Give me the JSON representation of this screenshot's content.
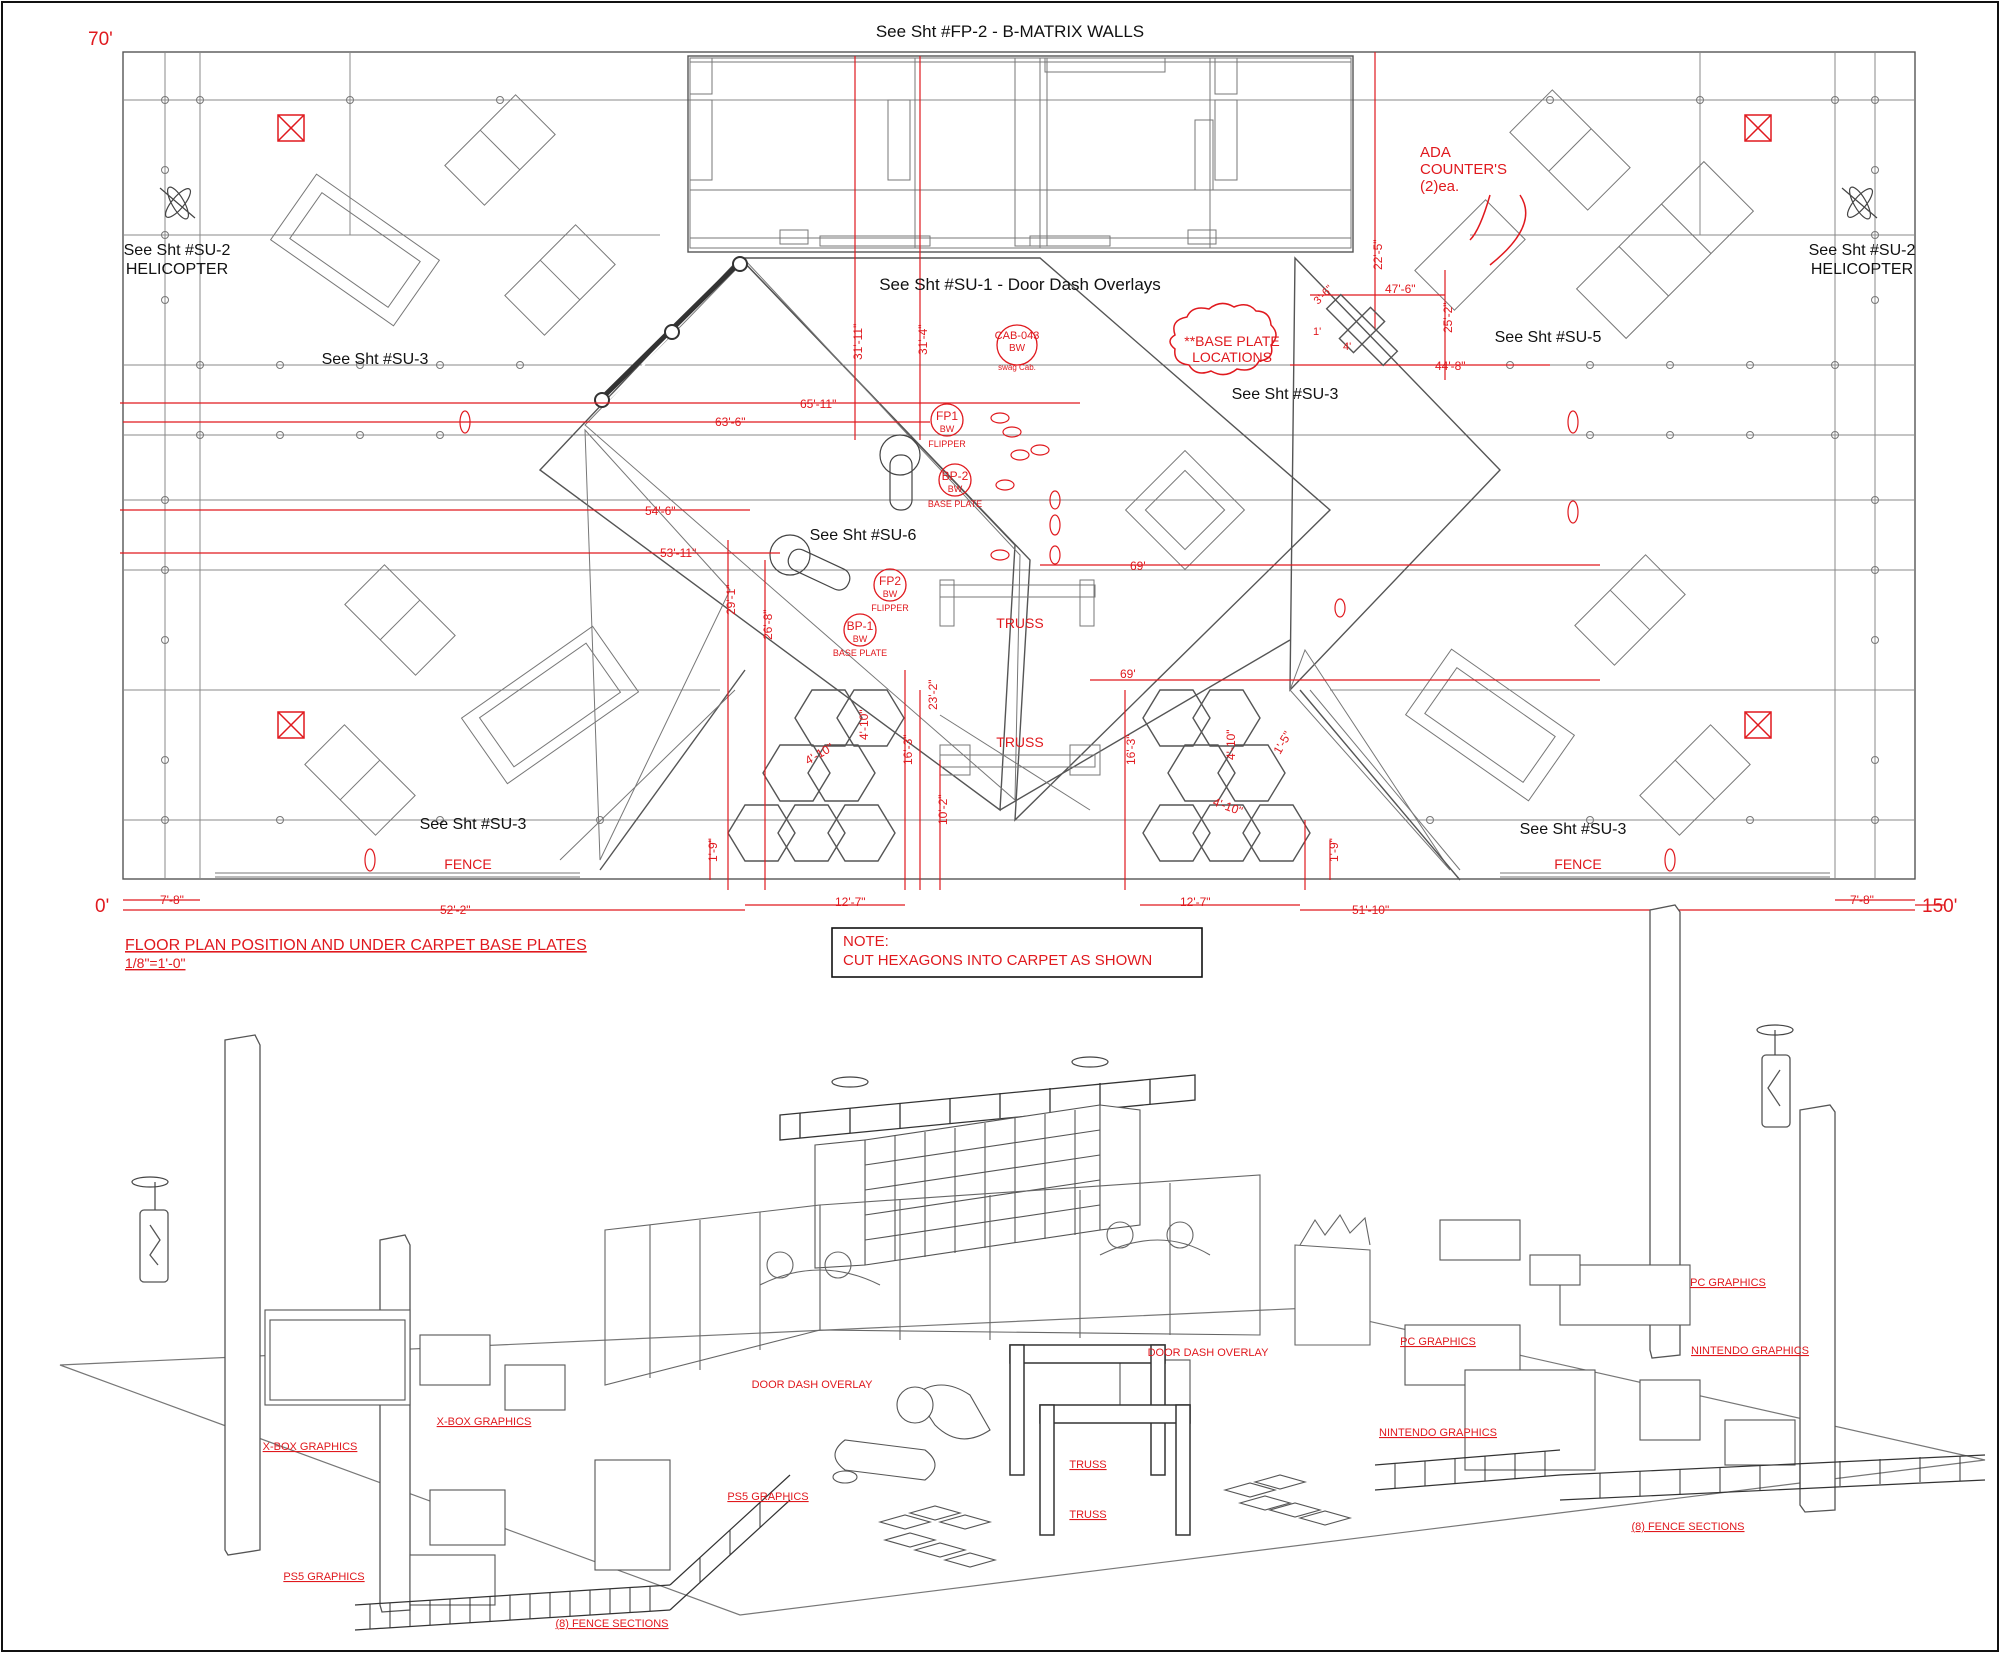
{
  "plan": {
    "sheet_refs": {
      "top": "See Sht #FP-2 - B-MATRIX WALLS",
      "door_dash": "See Sht #SU-1 - Door Dash Overlays",
      "heli_left": [
        "See Sht #SU-2",
        "HELICOPTER"
      ],
      "heli_right": [
        "See Sht #SU-2",
        "HELICOPTER"
      ],
      "su3": "See Sht #SU-3",
      "su5": "See Sht #SU-5",
      "su6": "See Sht #SU-6"
    },
    "scale_marks": {
      "y_top": "70'",
      "y_bottom": "0'",
      "x_right": "150'"
    },
    "ada": [
      "ADA",
      "COUNTER'S",
      "(2)ea."
    ],
    "base_plate_cloud": [
      "**BASE PLATE",
      "LOCATIONS"
    ],
    "components": {
      "cab": [
        "CAB-043",
        "BW",
        "swag Cab."
      ],
      "fp1": [
        "FP1",
        "BW",
        "FLIPPER"
      ],
      "bp2": [
        "BP-2",
        "BW",
        "BASE PLATE"
      ],
      "fp2": [
        "FP2",
        "BW",
        "FLIPPER"
      ],
      "bp1": [
        "BP-1",
        "BW",
        "BASE PLATE"
      ]
    },
    "labels": {
      "truss": "TRUSS",
      "fence": "FENCE"
    },
    "dimensions": {
      "d65_11": "65'-11\"",
      "d63_6": "63'-6\"",
      "d54_6": "54'-6\"",
      "d53_11": "53'-11\"",
      "d31_11": "31'-11\"",
      "d31_4": "31'-4\"",
      "d29_1": "29'-1\"",
      "d26_8": "26'-8\"",
      "d23_2": "23'-2\"",
      "d16_3": "16'-3\"",
      "d10_2": "10'-2\"",
      "d1_9": "1'-9\"",
      "d4_10": "4'-10\"",
      "d12_7": "12'-7\"",
      "d7_8": "7'-8\"",
      "d52_2": "52'-2\"",
      "d51_10": "51'-10\"",
      "d69": "69'",
      "d47_6": "47'-6\"",
      "d44_8": "44'-8\"",
      "d25_2": "25'-2\"",
      "d22_5": "22'-5\"",
      "d3_6": "3'-6\"",
      "d1": "1'",
      "d4": "4'",
      "d1_5": "1'-5\""
    },
    "title": "FLOOR PLAN POSITION AND UNDER CARPET BASE PLATES",
    "scale": "1/8\"=1'-0\"",
    "note": [
      "NOTE:",
      "CUT HEXAGONS INTO CARPET AS SHOWN"
    ]
  },
  "iso": {
    "labels": {
      "xbox_graphics": "X-BOX GRAPHICS",
      "ps5_graphics": "PS5 GRAPHICS",
      "pc_graphics": "PC GRAPHICS",
      "nintendo_graphics": "NINTENDO GRAPHICS",
      "door_dash_overlay": "DOOR DASH OVERLAY",
      "truss": "TRUSS",
      "fence_sections": "(8) FENCE SECTIONS"
    }
  },
  "colors": {
    "annotation_red": "#e0191e",
    "linework": "#555555"
  }
}
